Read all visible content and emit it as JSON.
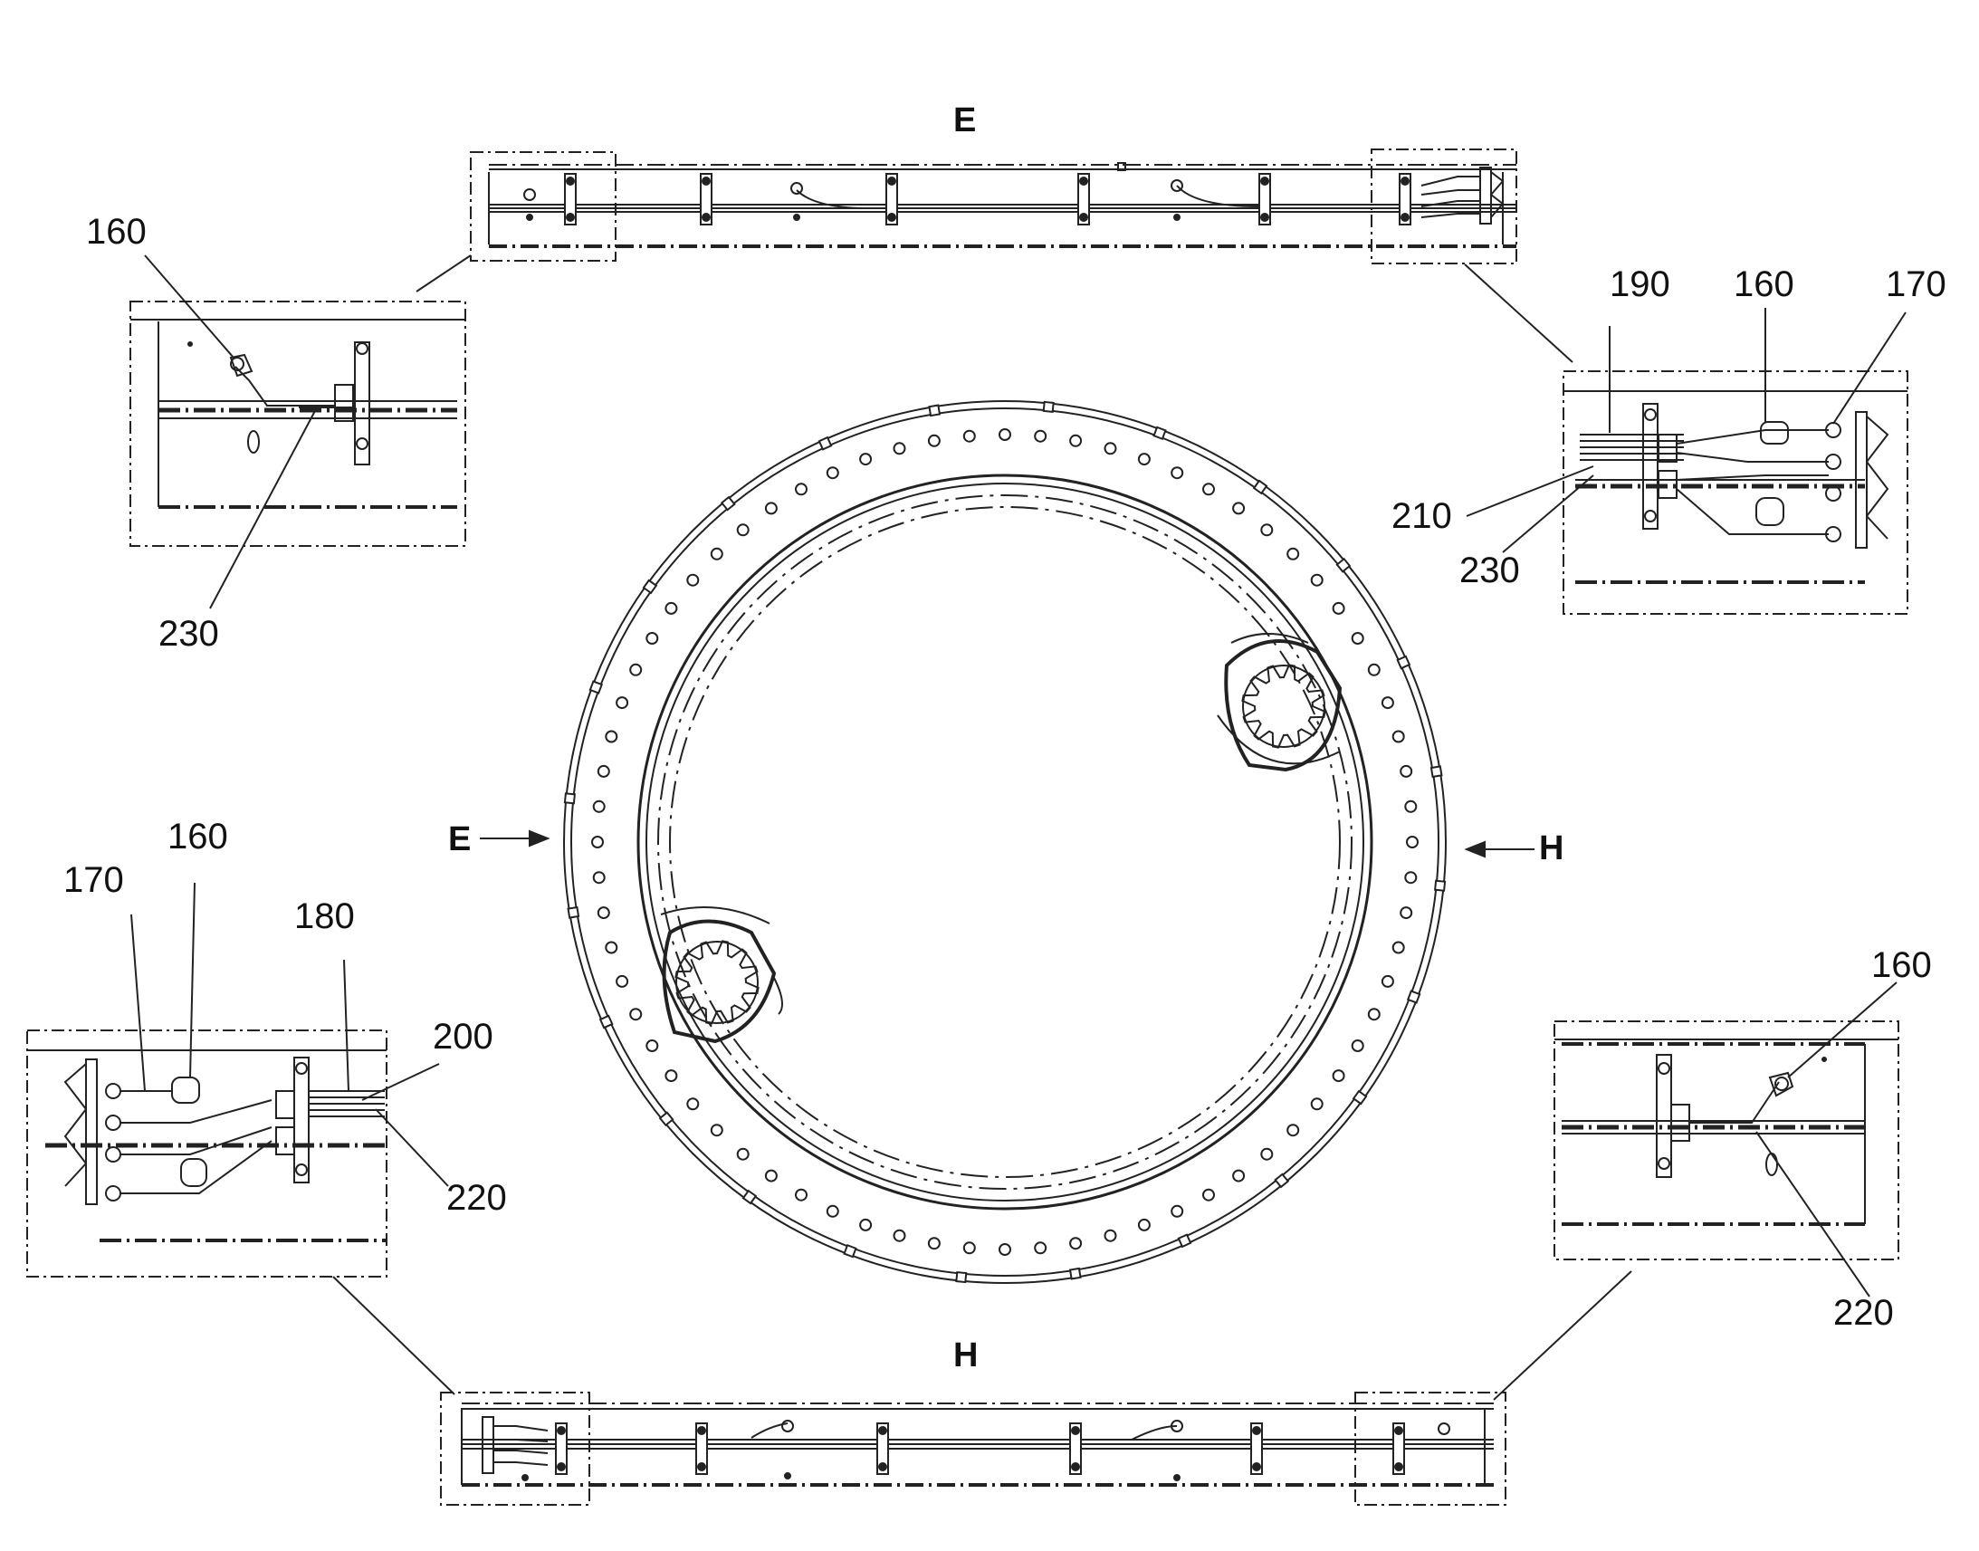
{
  "view_labels": {
    "e_top": "E",
    "h_bottom": "H",
    "e_left": "E",
    "h_right": "H"
  },
  "callouts": {
    "tl_160": "160",
    "tl_230": "230",
    "tr_190": "190",
    "tr_160": "160",
    "tr_170": "170",
    "tr_210": "210",
    "tr_230": "230",
    "bl_160": "160",
    "bl_170": "170",
    "bl_180": "180",
    "bl_200": "200",
    "bl_220": "220",
    "br_160": "160",
    "br_220": "220"
  }
}
